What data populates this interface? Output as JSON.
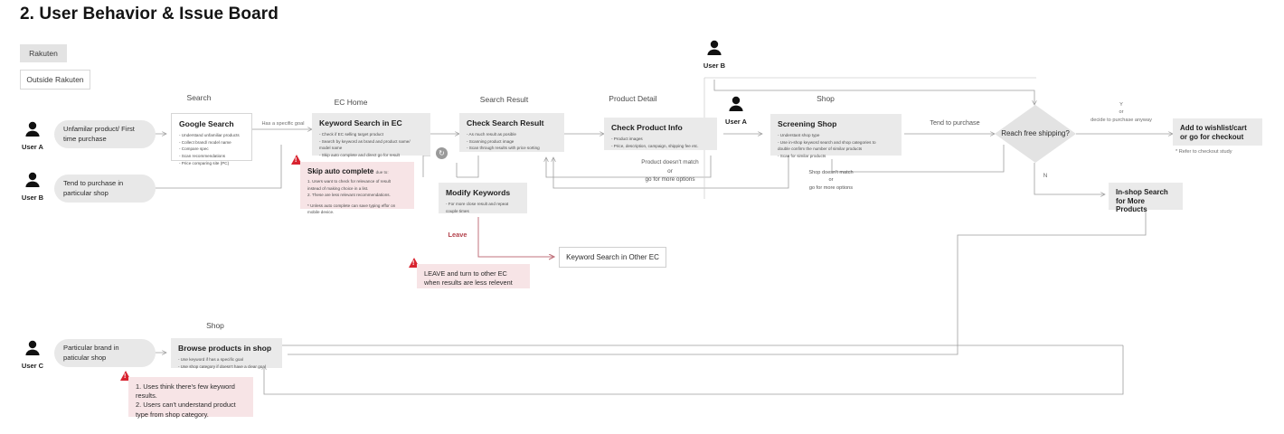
{
  "page": {
    "title": "2. User Behavior & Issue Board"
  },
  "toggles": [
    {
      "label": "Rakuten",
      "active": true
    },
    {
      "label": "Outside Rakuten",
      "active": false
    }
  ],
  "lanes": [
    {
      "label": "Search"
    },
    {
      "label": "EC Home"
    },
    {
      "label": "Search Result"
    },
    {
      "label": "Product Detail"
    },
    {
      "label": "Shop"
    },
    {
      "label": "Shop"
    }
  ],
  "actors": [
    {
      "name": "User A",
      "icon": "user-icon"
    },
    {
      "name": "User B",
      "icon": "user-icon"
    },
    {
      "name": "User C",
      "icon": "user-icon"
    },
    {
      "name": "User A",
      "icon": "user-icon"
    },
    {
      "name": "User B",
      "icon": "user-icon"
    }
  ],
  "starts": [
    {
      "text": "Unfamilar product/ First time purchase"
    },
    {
      "text": "Tend to purchase in particular shop"
    },
    {
      "text": "Particular brand in paticular shop"
    }
  ],
  "cards": {
    "google_search": {
      "title": "Google Search",
      "items": [
        "- Understand unfamiliar products",
        "- Collect brand/ model name",
        "- Compare spec",
        "- Scan recommendations",
        "- Price comparing site (PC)"
      ]
    },
    "keyword_search_ec": {
      "title": "Keyword Search in EC",
      "items": [
        "- Check if EC selling target product",
        "- Search by keyword as brand and product name/",
        "model name",
        "- Skip auto complete and direct go for result"
      ]
    },
    "check_search_result": {
      "title": "Check Search Result",
      "items": [
        "- As much result as posible",
        "- Scanning product image",
        "- Scan through results with price sorting"
      ]
    },
    "modify_keywords": {
      "title": "Modify Keywords",
      "items": [
        "- For more close result and repeat",
        "couple times"
      ]
    },
    "check_product_info": {
      "title": "Check Product Info",
      "items": [
        "- Product images",
        "- Price, description, campaign, shipping fee etc."
      ]
    },
    "screening_shop": {
      "title": "Screening Shop",
      "items": [
        "- Understant shop type",
        "- Use in-shop keyword search and shop categories to",
        "double confirm the number of similar products",
        "- Scan for similar products"
      ]
    },
    "browse_products_in_shop": {
      "title": "Browse products in shop",
      "items": [
        "- Use keyword if has a specific goal",
        "- Use shop category if doesn't have a clear goal"
      ]
    },
    "add_to_wishlist": {
      "title": "Add to wishlist/cart or go for checkout"
    },
    "in_shop_search": {
      "title": "In-shop Search for More Products"
    },
    "keyword_other_ec": {
      "title": "Keyword Search in Other EC"
    }
  },
  "decision": {
    "label": "Reach free shipping?"
  },
  "edges": {
    "has_specific_goal": "Has a specific goal",
    "tend_to_purchase": "Tend to purchase",
    "yes_branch": "Y\nor\ndecide to purchase anyway",
    "no_branch": "N",
    "leave": "Leave",
    "product_no_match": "Product doesn't match\nor\ngo for more options",
    "shop_no_match": "Shop doesn't match\nor\ngo for more options"
  },
  "notes": {
    "skip_auto_complete": {
      "title": "Skip auto complete",
      "subtitle": "due to:",
      "body": [
        "1. Users want to check for relevance of result",
        "instead of making choice in a list.",
        "2. These are less relevant recommendations.",
        "",
        "* Unless auto complete can save typing effor on",
        "mobile device."
      ]
    },
    "leave_note": {
      "body": [
        "LEAVE and turn to other EC",
        "when results are less relevent"
      ]
    },
    "shop_note": {
      "body": [
        "1. Uses think there's few keyword",
        "results.",
        "2. Users can't understand product",
        "type from shop category."
      ]
    }
  },
  "footnotes": {
    "checkout": "* Refer to checkout study"
  },
  "colors": {
    "card_grey": "#eaeaea",
    "note_pink": "#f7e4e6",
    "warning_red": "#d8232f",
    "line_grey": "#9e9e9e",
    "line_red": "#c0737c"
  }
}
